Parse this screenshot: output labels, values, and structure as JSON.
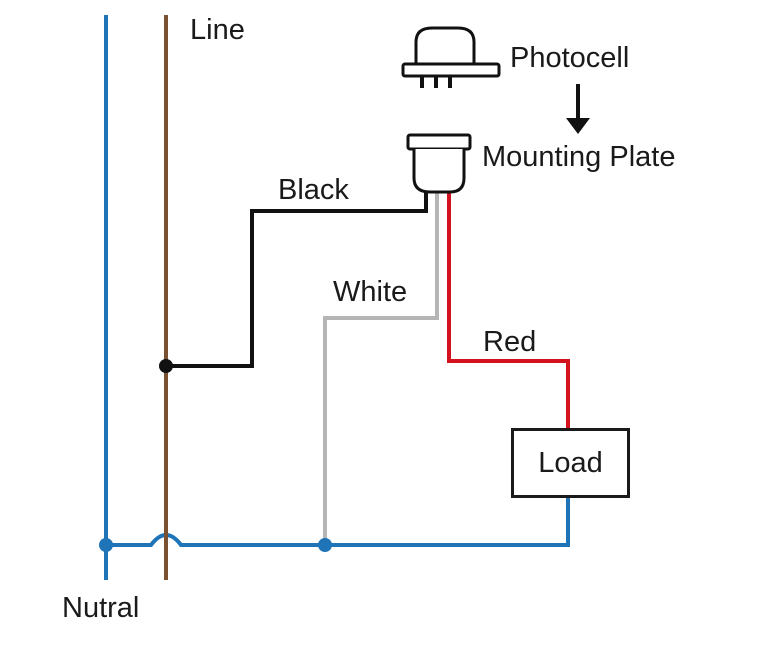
{
  "labels": {
    "line": "Line",
    "neutral": "Nutral",
    "photocell": "Photocell",
    "mounting_plate": "Mounting Plate",
    "black": "Black",
    "white": "White",
    "red": "Red",
    "load": "Load"
  },
  "colors": {
    "neutral_wire": "#1f74b8",
    "line_wire": "#7a5232",
    "black_wire": "#111111",
    "white_wire": "#b5b5b5",
    "red_wire": "#d4121e"
  }
}
